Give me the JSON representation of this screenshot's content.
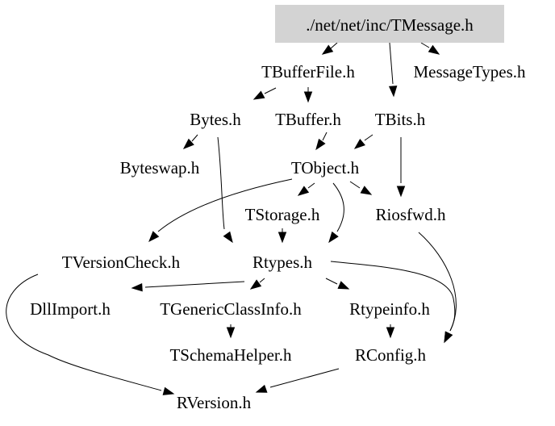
{
  "graph": {
    "root_fill": "#d3d3d3",
    "text_color": "#000000",
    "nodes": [
      {
        "id": "tmessage",
        "label": "./net/net/inc/TMessage.h",
        "root": true
      },
      {
        "id": "tbufferfile",
        "label": "TBufferFile.h"
      },
      {
        "id": "messagetypes",
        "label": "MessageTypes.h"
      },
      {
        "id": "bytes",
        "label": "Bytes.h"
      },
      {
        "id": "tbuffer",
        "label": "TBuffer.h"
      },
      {
        "id": "tbits",
        "label": "TBits.h"
      },
      {
        "id": "byteswap",
        "label": "Byteswap.h"
      },
      {
        "id": "tobject",
        "label": "TObject.h"
      },
      {
        "id": "tstorage",
        "label": "TStorage.h"
      },
      {
        "id": "riosfwd",
        "label": "Riosfwd.h"
      },
      {
        "id": "tversioncheck",
        "label": "TVersionCheck.h"
      },
      {
        "id": "rtypes",
        "label": "Rtypes.h"
      },
      {
        "id": "dllimport",
        "label": "DllImport.h"
      },
      {
        "id": "tgenericclassinfo",
        "label": "TGenericClassInfo.h"
      },
      {
        "id": "rtypeinfo",
        "label": "Rtypeinfo.h"
      },
      {
        "id": "tschemahelper",
        "label": "TSchemaHelper.h"
      },
      {
        "id": "rconfig",
        "label": "RConfig.h"
      },
      {
        "id": "rversion",
        "label": "RVersion.h"
      }
    ],
    "edges": [
      {
        "from": "tmessage",
        "to": "tbufferfile"
      },
      {
        "from": "tmessage",
        "to": "messagetypes"
      },
      {
        "from": "tmessage",
        "to": "tbits"
      },
      {
        "from": "tbufferfile",
        "to": "bytes"
      },
      {
        "from": "tbufferfile",
        "to": "tbuffer"
      },
      {
        "from": "bytes",
        "to": "byteswap"
      },
      {
        "from": "bytes",
        "to": "rtypes"
      },
      {
        "from": "tbuffer",
        "to": "tobject"
      },
      {
        "from": "tbits",
        "to": "tobject"
      },
      {
        "from": "tbits",
        "to": "riosfwd"
      },
      {
        "from": "tobject",
        "to": "tstorage"
      },
      {
        "from": "tobject",
        "to": "riosfwd"
      },
      {
        "from": "tobject",
        "to": "tversioncheck"
      },
      {
        "from": "tobject",
        "to": "rtypes"
      },
      {
        "from": "tstorage",
        "to": "rtypes"
      },
      {
        "from": "riosfwd",
        "to": "rconfig"
      },
      {
        "from": "tversioncheck",
        "to": "rversion"
      },
      {
        "from": "rtypes",
        "to": "dllimport"
      },
      {
        "from": "rtypes",
        "to": "tgenericclassinfo"
      },
      {
        "from": "rtypes",
        "to": "rtypeinfo"
      },
      {
        "from": "rtypes",
        "to": "rconfig"
      },
      {
        "from": "tgenericclassinfo",
        "to": "tschemahelper"
      },
      {
        "from": "rtypeinfo",
        "to": "rconfig"
      },
      {
        "from": "rconfig",
        "to": "rversion"
      }
    ]
  }
}
